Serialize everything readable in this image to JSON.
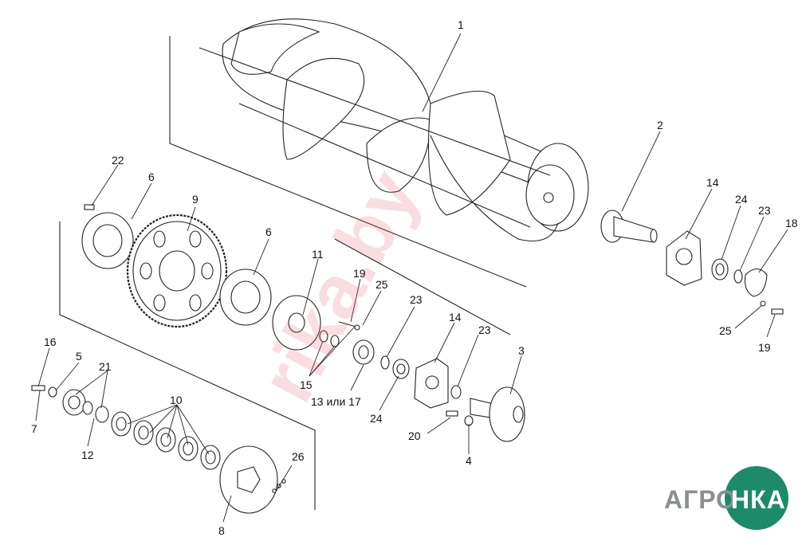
{
  "diagram": {
    "part_labels": {
      "p1": "1",
      "p2": "2",
      "p3": "3",
      "p4": "4",
      "p5": "5",
      "p6a": "6",
      "p6b": "6",
      "p7": "7",
      "p8": "8",
      "p9": "9",
      "p10": "10",
      "p11": "11",
      "p12": "12",
      "p13or17": "13 или 17",
      "p14a": "14",
      "p14b": "14",
      "p15": "15",
      "p16": "16",
      "p18": "18",
      "p19a": "19",
      "p19b": "19",
      "p20": "20",
      "p21": "21",
      "p22": "22",
      "p23a": "23",
      "p23b": "23",
      "p23c": "23",
      "p24a": "24",
      "p24b": "24",
      "p25a": "25",
      "p25b": "25",
      "p26": "26"
    }
  },
  "watermark": {
    "text": "rika.by"
  },
  "logo": {
    "text_left": "АГРО",
    "text_right": "НКА",
    "circle_color": "#1b8b6a",
    "text_color": "#8a8f92"
  },
  "colors": {
    "line": "#222222",
    "fill": "#ffffff",
    "watermark": "#e16978"
  }
}
